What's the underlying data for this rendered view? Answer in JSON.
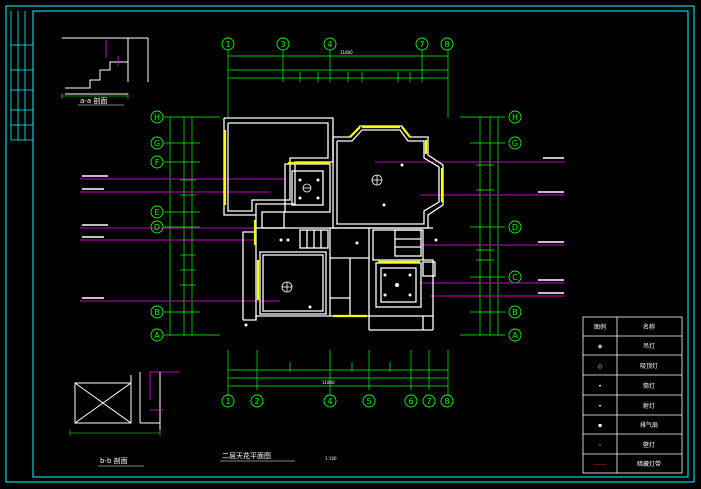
{
  "drawing": {
    "plan_title": "二层天花平面图",
    "plan_scale": "1:100",
    "section_a_title": "a-a 剖面",
    "section_b_title": "b-b 剖面"
  },
  "axes": {
    "top": [
      "1",
      "3",
      "4",
      "7",
      "8"
    ],
    "bottom": [
      "1",
      "2",
      "4",
      "5",
      "6",
      "7",
      "8"
    ],
    "left": [
      "H",
      "G",
      "F",
      "E",
      "D",
      "B",
      "A"
    ],
    "right": [
      "H",
      "G",
      "D",
      "C",
      "B",
      "A"
    ]
  },
  "dims": {
    "top_total": "11800",
    "bottom_total": "11800"
  },
  "legend": {
    "rows": [
      {
        "symbol": "图例",
        "label": "名称"
      },
      {
        "symbol": "◈",
        "label": "吊灯"
      },
      {
        "symbol": "◇",
        "label": "吸顶灯"
      },
      {
        "symbol": "•",
        "label": "筒灯"
      },
      {
        "symbol": "•",
        "label": "射灯"
      },
      {
        "symbol": "▪",
        "label": "排气扇"
      },
      {
        "symbol": "◦",
        "label": "壁灯"
      },
      {
        "symbol": "------",
        "label": "暗藏灯带"
      }
    ],
    "colors": {
      "line": "#ffffff",
      "dashed": "#ff3333"
    }
  },
  "colors": {
    "frame": "#00ffff",
    "axis": "#00ff00",
    "wall": "#ffffff",
    "leader": "#ff00ff",
    "highlight": "#ffff00",
    "background": "#000000"
  }
}
